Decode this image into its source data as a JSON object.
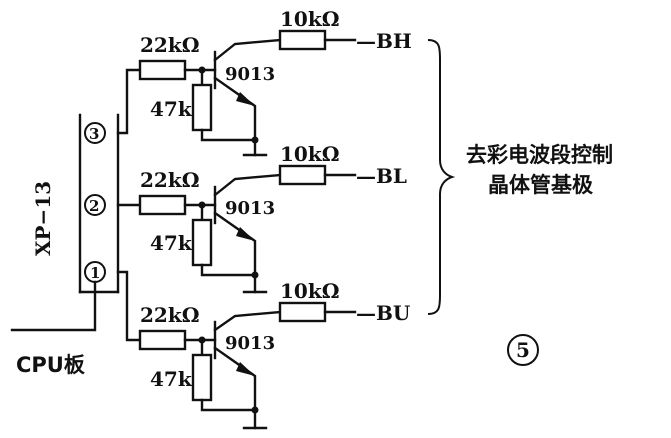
{
  "connector": {
    "name": "XP−13",
    "pins": [
      "③",
      "②",
      "①"
    ]
  },
  "cpu_label": "CPU板",
  "stages": [
    {
      "base_resistor": "22kΩ",
      "pulldown_resistor": "47k",
      "transistor": "9013",
      "collector_resistor": "10kΩ",
      "output": "—BH"
    },
    {
      "base_resistor": "22kΩ",
      "pulldown_resistor": "47k",
      "transistor": "9013",
      "collector_resistor": "10kΩ",
      "output": "—BL"
    },
    {
      "base_resistor": "22kΩ",
      "pulldown_resistor": "47k",
      "transistor": "9013",
      "collector_resistor": "10kΩ",
      "output": "—BU"
    }
  ],
  "description": {
    "line1": "去彩电波段控制",
    "line2": "晶体管基极"
  },
  "figure_number": "⑤"
}
